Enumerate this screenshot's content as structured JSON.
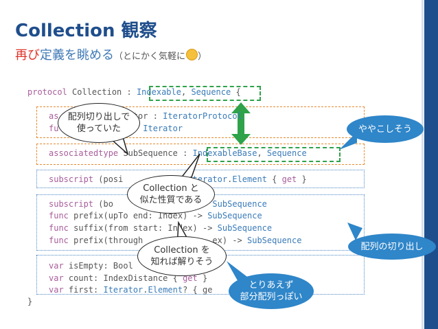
{
  "slide": {
    "title": "Collection 観察",
    "subtitle_red": "再び",
    "subtitle_rest": "定義を眺める",
    "subtitle_small": "（とにかく気軽に",
    "subtitle_close": "）"
  },
  "code": {
    "line1_kw": "protocol",
    "line1_a": " Collection : ",
    "line1_t1": "Indexable",
    "line1_sep": ", ",
    "line1_t2": "Sequence",
    "line1_end": " {",
    "l2_a": "as",
    "l2_b": "          Iterator : ",
    "l2_t": "IteratorProtocol",
    "l3_a": "fu",
    "l3_b": "           () -> ",
    "l3_t": "Iterator",
    "l4_kw": "associatedtype",
    "l4_a": " SubSequence : ",
    "l4_t1": "IndexableBase",
    "l4_sep": ", ",
    "l4_t2": "Sequence",
    "l5_kw": "subscript",
    "l5_a": " (posi          -> ",
    "l5_t": "Iterator",
    "l5_b": ".",
    "l5_t2": "Element",
    "l5_c": " { ",
    "l5_kw2": "get",
    "l5_d": " }",
    "l6_kw": "subscript",
    "l6_a": " (bo              >) -> ",
    "l6_t": "SubSequence",
    "l7_kw": "func",
    "l7_a": " prefix(upTo end: Index) -> ",
    "l7_t": "SubSequence",
    "l8_kw": "func",
    "l8_a": " suffix(from start: Index) -> ",
    "l8_t": "SubSequence",
    "l9_kw": "func",
    "l9_a": " prefix(through              ex) -> ",
    "l9_t": "SubSequence",
    "l10_kw": "var",
    "l10_a": " isEmpty: Bool",
    "l11_kw": "var",
    "l11_a": " count: IndexDistance { ",
    "l11_kw2": "get",
    "l11_b": " }",
    "l12_kw": "var",
    "l12_a": " first: ",
    "l12_t": "Iterator",
    "l12_b": ".",
    "l12_t2": "Element",
    "l12_c": "? { ge",
    "close": "}"
  },
  "callouts": {
    "slice_used": [
      "配列切り出しで",
      "使っていた"
    ],
    "similar": [
      "Collection と",
      "似た性質である"
    ],
    "understand": [
      "Collection を",
      "知れば解りそう"
    ],
    "complicated": "ややこしそう",
    "array_slice": "配列の切り出し",
    "array_like": [
      "とりあえず",
      "部分配列っぽい"
    ]
  },
  "colors": {
    "title": "#1f4e8c",
    "subtitle": "#3f79b6",
    "accent_red": "#e0342a",
    "keyword": "#a85d9b",
    "type": "#3a7bb8",
    "green": "#2fa24a",
    "blue_bubble": "#2f86c9"
  },
  "icons": [
    "smiley-emoji-icon",
    "double-arrow-icon"
  ]
}
